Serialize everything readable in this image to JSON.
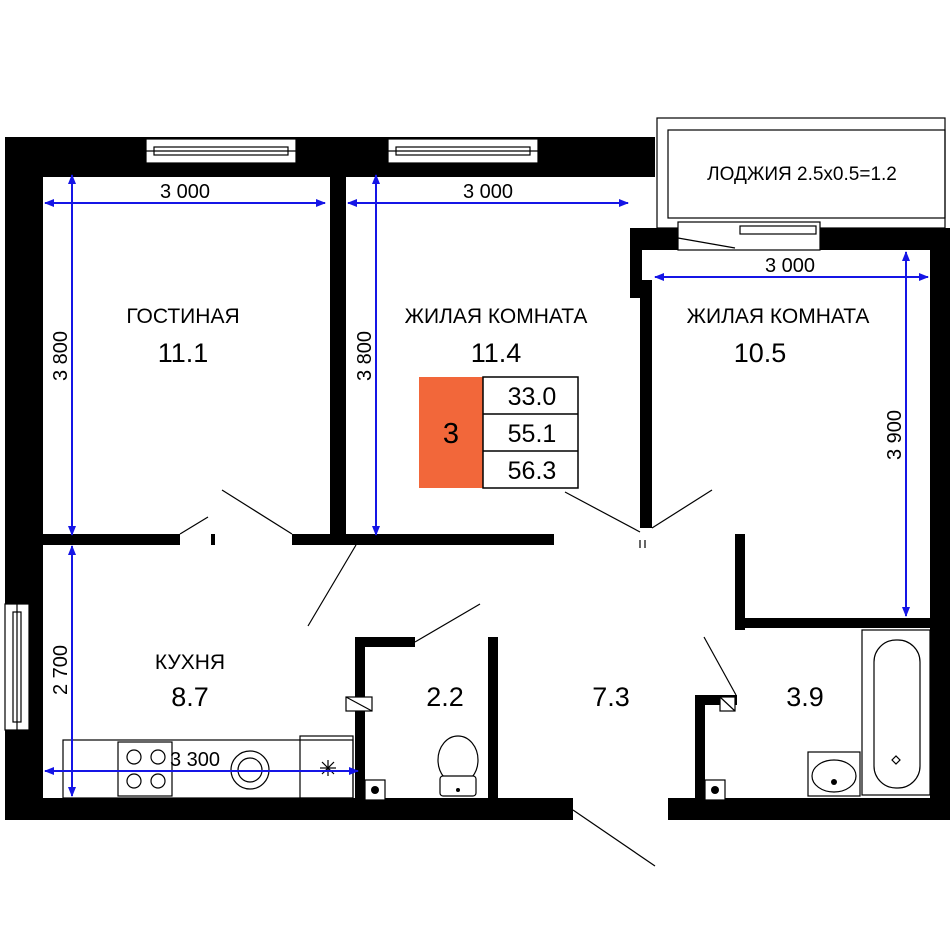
{
  "rooms": {
    "living": {
      "label": "ГОСТИНАЯ",
      "area": "11.1"
    },
    "bedroom1": {
      "label": "ЖИЛАЯ КОМНАТА",
      "area": "11.4"
    },
    "bedroom2": {
      "label": "ЖИЛАЯ КОМНАТА",
      "area": "10.5"
    },
    "kitchen": {
      "label": "КУХНЯ",
      "area": "8.7"
    },
    "wc": {
      "area": "2.2"
    },
    "hall": {
      "area": "7.3"
    },
    "bath": {
      "area": "3.9"
    },
    "loggia": {
      "label": "ЛОДЖИЯ 2.5х0.5=1.2"
    }
  },
  "dimensions": {
    "living_width": "3 000",
    "living_height": "3 800",
    "bedroom1_width": "3 000",
    "bedroom1_height": "3 800",
    "bedroom2_width": "3 000",
    "bedroom2_height": "3 900",
    "kitchen_width": "3 300",
    "kitchen_height": "2 700"
  },
  "badge": {
    "rooms_count": "3",
    "living_area": "33.0",
    "total_area": "55.1",
    "total_with_loggia": "56.3",
    "color": "#f2673a"
  },
  "colors": {
    "wall": "#000000",
    "dimension": "#1515e6"
  }
}
